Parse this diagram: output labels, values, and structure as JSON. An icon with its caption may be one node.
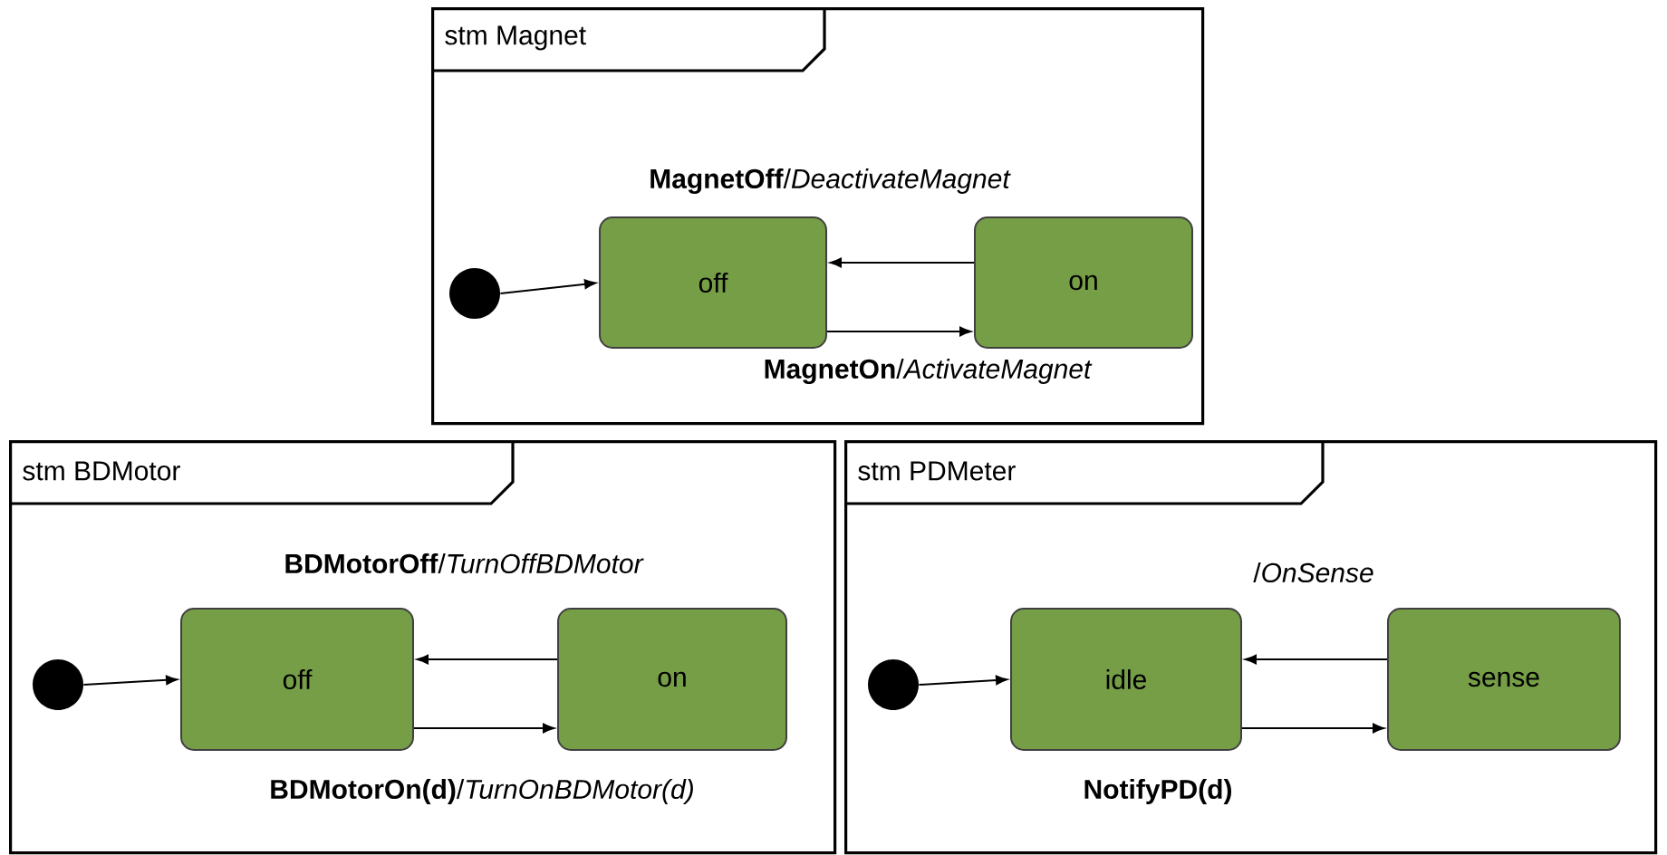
{
  "diagram": {
    "nodes": [
      {
        "text": [
          "stm Magnet"
        ]
      },
      {
        "text": [],
        "shape": "circle",
        "in": 0
      },
      {
        "text": [
          "off"
        ],
        "in": 0
      },
      {
        "text": [
          "on"
        ],
        "in": 0
      },
      {
        "text": [
          "stm BDMotor"
        ]
      },
      {
        "text": [],
        "shape": "circle",
        "in": 4
      },
      {
        "text": [
          "off"
        ],
        "in": 4
      },
      {
        "text": [
          "on"
        ],
        "in": 4
      },
      {
        "text": [
          "stm PDMeter"
        ]
      },
      {
        "text": [],
        "shape": "circle",
        "in": 8
      },
      {
        "text": [
          "idle"
        ],
        "in": 8
      },
      {
        "text": [
          "sense"
        ],
        "in": 8
      }
    ],
    "edges": [
      {
        "from": 1,
        "to": 2,
        "arrow": "to"
      },
      {
        "from": 3,
        "to": 2,
        "arrow": "to",
        "label": "**MagnetOff**/*DeactivateMagnet*"
      },
      {
        "from": 2,
        "to": 3,
        "arrow": "to",
        "label": "**MagnetOn**/*ActivateMagnet*"
      },
      {
        "from": 5,
        "to": 6,
        "arrow": "to"
      },
      {
        "from": 7,
        "to": 6,
        "arrow": "to",
        "label": "**BDMotorOff**/*TurnOffBDMotor*"
      },
      {
        "from": 6,
        "to": 7,
        "arrow": "to",
        "label": "**BDMotorOn(d)**/*TurnOnBDMotor(d)*"
      },
      {
        "from": 9,
        "to": 10,
        "arrow": "to"
      },
      {
        "from": 11,
        "to": 10,
        "arrow": "to",
        "label": "/*OnSense*"
      },
      {
        "from": 10,
        "to": 11,
        "arrow": "to",
        "label": "**NotifyPD(d)**"
      }
    ]
  }
}
